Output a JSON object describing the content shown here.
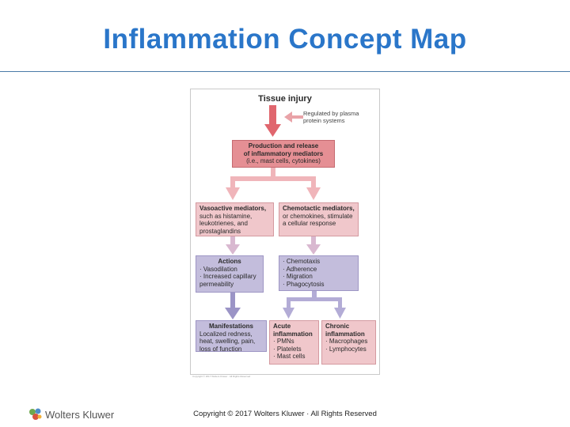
{
  "slide": {
    "title": "Inflammation Concept Map"
  },
  "diagram": {
    "top_label": "Tissue injury",
    "note": [
      "Regulated by plasma",
      "protein systems"
    ],
    "production": {
      "header": "Production and release",
      "header2": "of inflammatory mediators",
      "sub": "(i.e., mast cells, cytokines)"
    },
    "vasoactive": {
      "header": "Vasoactive mediators,",
      "lines": [
        "such as histamine,",
        "leukotrienes, and",
        "prostaglandins"
      ]
    },
    "chemotactic": {
      "header": "Chemotactic mediators,",
      "lines": [
        "or chemokines, stimulate",
        "a cellular response"
      ]
    },
    "actions": {
      "header": "Actions",
      "lines": [
        "· Vasodilation",
        "· Increased capillary",
        "  permeability"
      ]
    },
    "cell_actions": {
      "lines": [
        "· Chemotaxis",
        "· Adherence",
        "· Migration",
        "· Phagocytosis"
      ]
    },
    "manifestations": {
      "header": "Manifestations",
      "lines": [
        "Localized redness,",
        "heat, swelling, pain,",
        "loss of function"
      ]
    },
    "acute": {
      "header": "Acute",
      "header2": "inflammation",
      "lines": [
        "· PMNs",
        "· Platelets",
        "· Mast cells"
      ]
    },
    "chronic": {
      "header": "Chronic",
      "header2": "inflammation",
      "lines": [
        "· Macrophages",
        "· Lymphocytes"
      ]
    },
    "fig_copyright": "Copyright © 2017 Wolters Kluwer · All Rights Reserved"
  },
  "footer": {
    "logo_text": "Wolters Kluwer",
    "copyright": "Copyright © 2017 Wolters Kluwer · All Rights Reserved"
  },
  "colors": {
    "title": "#2a76c9",
    "red": "#e58f94",
    "pink": "#f0c7cb",
    "lavender": "#c3bddc",
    "arrow_red": "#e0666e",
    "arrow_lav": "#9b94c6"
  }
}
